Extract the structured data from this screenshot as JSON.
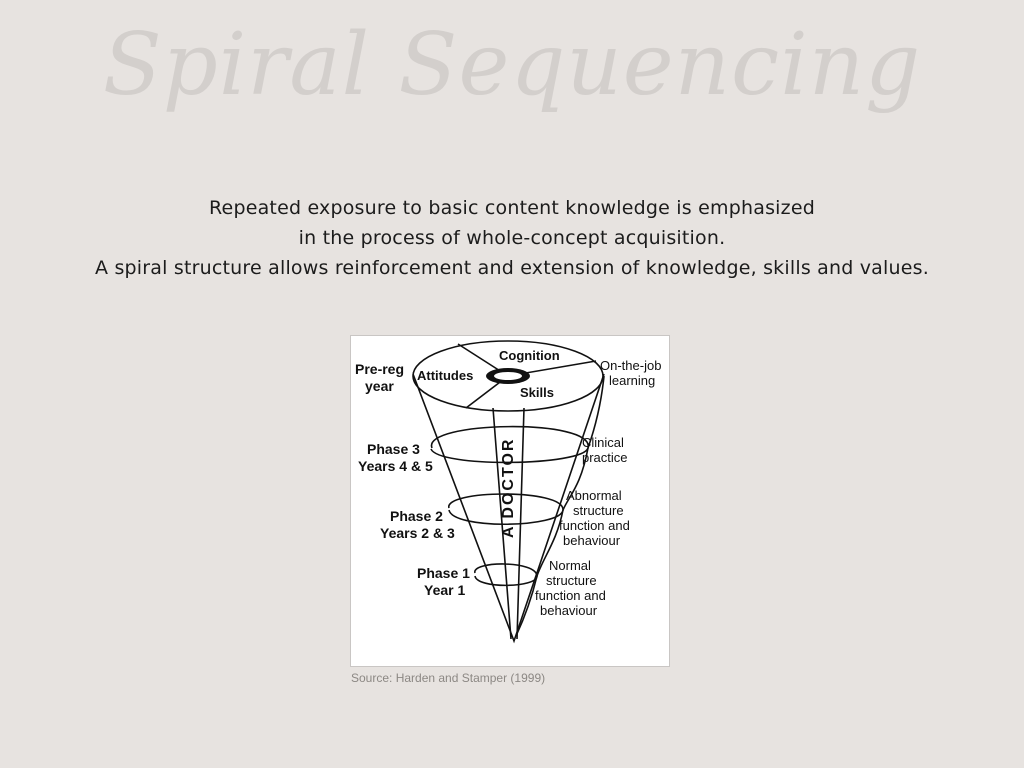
{
  "slide": {
    "title": "Spiral Sequencing",
    "lines": [
      "Repeated exposure to basic content knowledge is emphasized",
      "in the process of whole-concept acquisition.",
      "A spiral structure allows reinforcement and extension of knowledge, skills and values."
    ],
    "caption": "Source: Harden and Stamper (1999)"
  },
  "diagram": {
    "top_labels": {
      "cognition": "Cognition",
      "attitudes": "Attitudes",
      "skills": "Skills"
    },
    "center_label": "A DOCTOR",
    "left": {
      "prereg": [
        "Pre-reg",
        "year"
      ],
      "phase3": [
        "Phase 3",
        "Years 4 & 5"
      ],
      "phase2": [
        "Phase 2",
        "Years 2 & 3"
      ],
      "phase1": [
        "Phase 1",
        "Year 1"
      ]
    },
    "right": {
      "onjob": [
        "On-the-job",
        "learning"
      ],
      "clinical": [
        "Clinical",
        "practice"
      ],
      "abnormal": [
        "Abnormal",
        "structure",
        "function and",
        "behaviour"
      ],
      "normal": [
        "Normal",
        "structure",
        "function and",
        "behaviour"
      ]
    }
  }
}
